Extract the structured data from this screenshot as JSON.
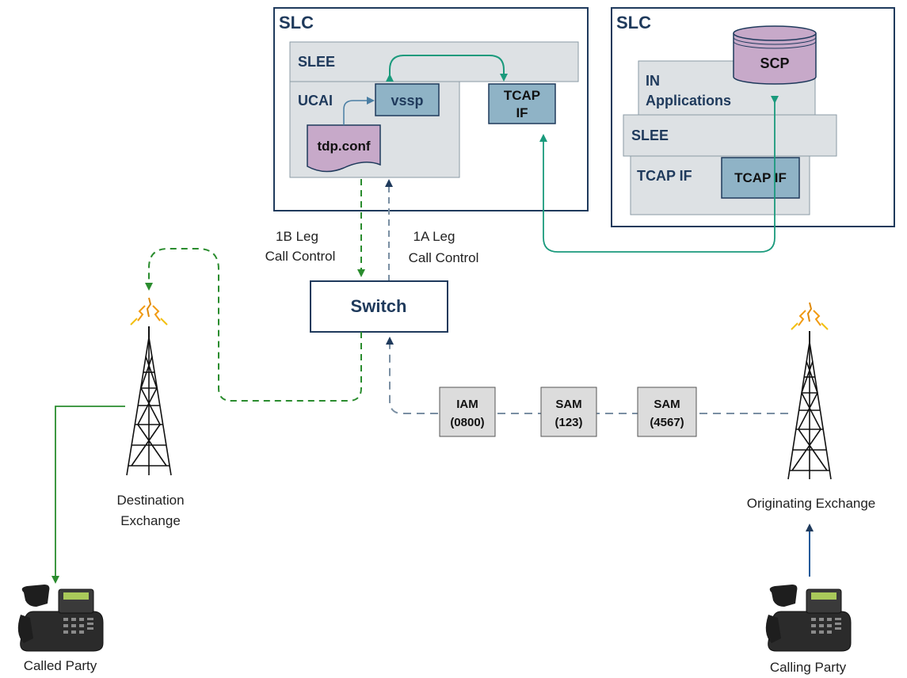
{
  "slc_left": {
    "title": "SLC",
    "slee": "SLEE",
    "ucai": "UCAI",
    "vssp": "vssp",
    "tcap_if_line1": "TCAP",
    "tcap_if_line2": "IF",
    "tdp_conf": "tdp.conf"
  },
  "slc_right": {
    "title": "SLC",
    "scp": "SCP",
    "in_apps_line1": "IN",
    "in_apps_line2": "Applications",
    "slee": "SLEE",
    "tcap_if_outer": "TCAP IF",
    "tcap_if_inner": "TCAP IF"
  },
  "links": {
    "leg_1b_line1": "1B Leg",
    "leg_1b_line2": "Call Control",
    "leg_1a_line1": "1A Leg",
    "leg_1a_line2": "Call Control"
  },
  "switch": {
    "label": "Switch"
  },
  "messages": [
    {
      "name": "IAM",
      "digits": "(0800)"
    },
    {
      "name": "SAM",
      "digits": "(123)"
    },
    {
      "name": "SAM",
      "digits": "(4567)"
    }
  ],
  "exchanges": {
    "destination_line1": "Destination",
    "destination_line2": "Exchange",
    "originating": "Originating Exchange"
  },
  "parties": {
    "called": "Called Party",
    "calling": "Calling Party"
  },
  "colors": {
    "green": "#2a8c2e",
    "teal": "#1a9a7c",
    "navy": "#1f3a5c",
    "box_grey": "#dde1e4",
    "box_blue": "#8fb3c6",
    "purple": "#c7a9c9"
  }
}
